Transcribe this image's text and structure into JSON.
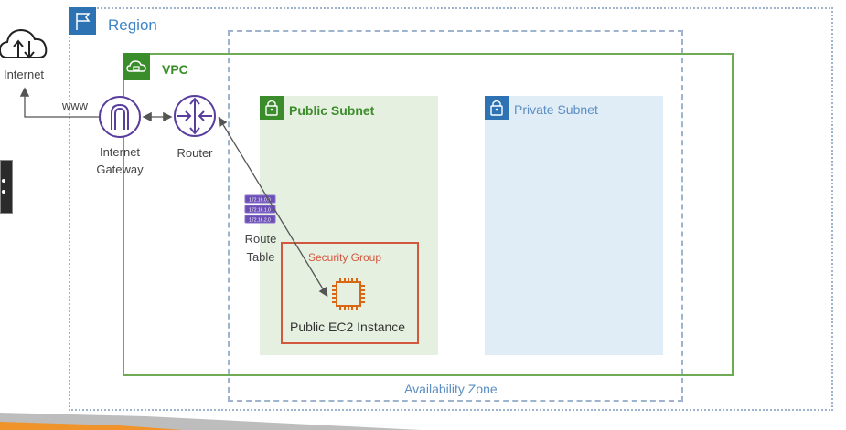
{
  "region": {
    "label": "Region",
    "icon": "flag-icon",
    "color": "#2d73b4"
  },
  "availability_zone": {
    "label": "Availability Zone"
  },
  "vpc": {
    "label": "VPC",
    "icon": "cloud-lock-icon",
    "color": "#3b8c2a"
  },
  "internet": {
    "label": "Internet",
    "icon": "cloud-up-down-icon"
  },
  "www_label": "www",
  "internet_gateway": {
    "label_line1": "Internet",
    "label_line2": "Gateway",
    "icon": "internet-gateway-icon"
  },
  "router": {
    "label": "Router",
    "icon": "router-icon"
  },
  "route_table": {
    "label_line1": "Route",
    "label_line2": "Table",
    "icon": "route-table-icon",
    "entries": [
      "172.16.0.0",
      "172.16.1.0",
      "172.16.2.0"
    ]
  },
  "public_subnet": {
    "label": "Public Subnet",
    "icon": "lock-icon",
    "color": "#3b8c2a"
  },
  "private_subnet": {
    "label": "Private Subnet",
    "icon": "lock-icon",
    "color": "#2d73b4"
  },
  "security_group": {
    "label": "Security Group",
    "color": "#d3573f"
  },
  "ec2_instance": {
    "label": "Public EC2 Instance",
    "icon": "chip-icon",
    "color": "#d86613"
  }
}
